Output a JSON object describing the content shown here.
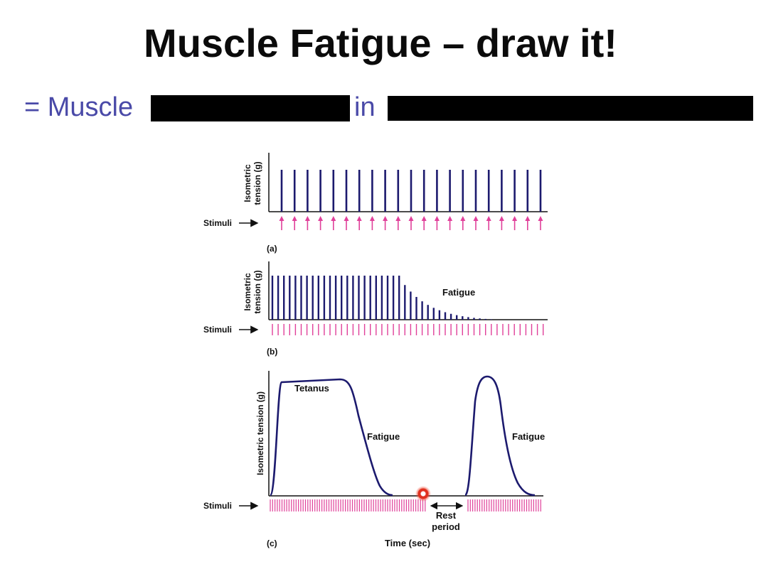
{
  "slide": {
    "title": "Muscle Fatigue – draw it!",
    "line_prefix": "= Muscle",
    "line_mid": "in"
  },
  "figure": {
    "panel_a": {
      "label": "(a)",
      "ylabel_1": "Isometric",
      "ylabel_2": "tension (g)",
      "stimuli_label": "Stimuli"
    },
    "panel_b": {
      "label": "(b)",
      "ylabel_1": "Isometric",
      "ylabel_2": "tension (g)",
      "stimuli_label": "Stimuli",
      "annotation": "Fatigue"
    },
    "panel_c": {
      "label": "(c)",
      "ylabel": "Isometric tension (g)",
      "stimuli_label": "Stimuli",
      "tetanus": "Tetanus",
      "fatigue_1": "Fatigue",
      "fatigue_2": "Fatigue",
      "rest_1": "Rest",
      "rest_2": "period",
      "xlabel": "Time (sec)"
    },
    "colors": {
      "curve": "#1c1a6e",
      "stimulus": "#e0409a",
      "subtitle": "#4a4aa8",
      "cursor": "#e0301e"
    }
  }
}
